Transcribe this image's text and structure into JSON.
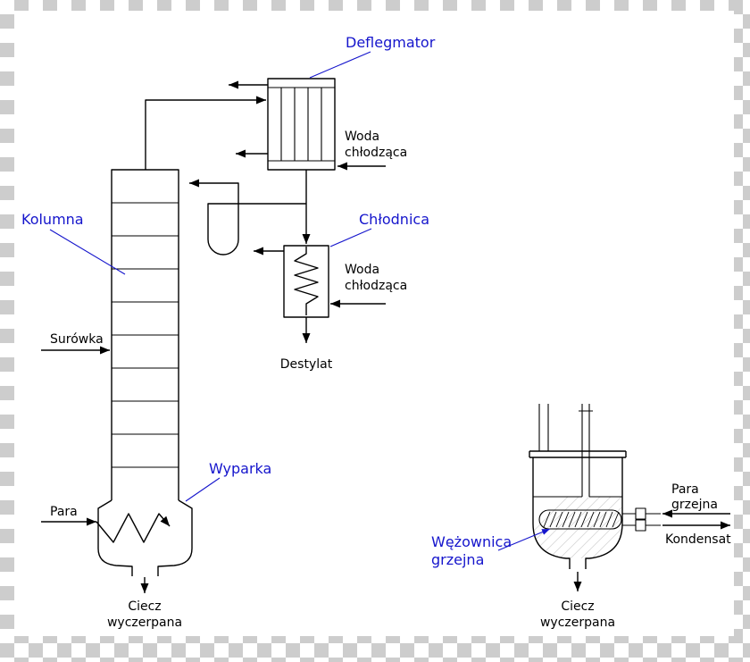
{
  "colors": {
    "diagram_line": "#000000",
    "label_accent": "#1515cc",
    "paper": "#ffffff",
    "checker": "#cdcdcd"
  },
  "equipment_labels": {
    "deflegmator": "Deflegmator",
    "kolumna": "Kolumna",
    "chlodnica": "Chłodnica",
    "wyparka": "Wyparka",
    "wezownica_grzejna_line1": "Wężownica",
    "wezownica_grzejna_line2": "grzejna"
  },
  "stream_labels": {
    "woda_chlodzaca_line1": "Woda",
    "woda_chlodzaca_line2": "chłodząca",
    "surowka": "Surówka",
    "destylat": "Destylat",
    "para": "Para",
    "para_grzejna_line1": "Para",
    "para_grzejna_line2": "grzejna",
    "kondensat": "Kondensat",
    "ciecz_wyczerpana_line1": "Ciecz",
    "ciecz_wyczerpana_line2": "wyczerpana"
  }
}
